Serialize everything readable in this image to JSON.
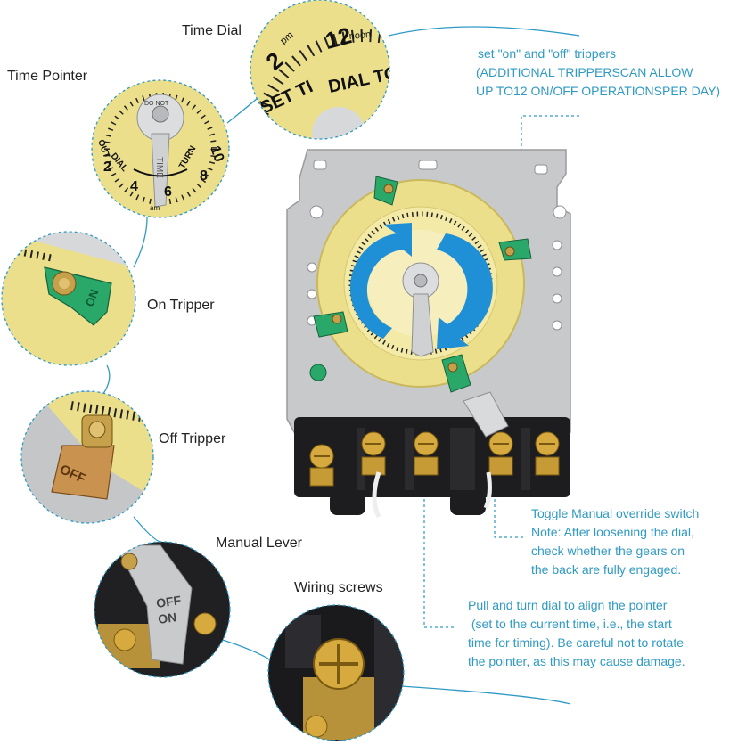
{
  "labels": {
    "time_dial": "Time Dial",
    "time_pointer": "Time Pointer",
    "on_tripper": "On Tripper",
    "off_tripper": "Off Tripper",
    "manual_lever": "Manual Lever",
    "wiring_screws": "Wiring screws"
  },
  "notes": {
    "trippers": [
      "set \"on\" and \"off\" trippers",
      "(ADDITIONAL TRIPPERSCAN ALLOW",
      "UP TO12 ON/OFF OPERATIONSPER DAY)"
    ],
    "toggle": [
      "Toggle Manual override switch",
      "Note: After loosening the dial,",
      "check whether the gears on",
      "the back are fully engaged."
    ],
    "pull": [
      "Pull and turn dial to align the pointer",
      " (set to the current time, i.e., the start",
      "time for timing). Be careful not to rotate",
      "the pointer, as this may cause damage."
    ]
  },
  "dial_text": {
    "time_dial_numbers": [
      "12",
      "2"
    ],
    "time_dial_words": [
      "noon",
      "pm",
      "DIAL TO",
      "SET TI"
    ],
    "pointer_numbers": [
      "10",
      "8",
      "6",
      "4",
      "2"
    ],
    "pointer_words": [
      "DO NOT",
      "TURN",
      "TIME",
      "DIAL",
      "OUT",
      "am"
    ],
    "on_tripper_text": "ON",
    "off_tripper_text": "OFF",
    "lever_text": [
      "OFF",
      "ON"
    ]
  },
  "colors": {
    "accent": "#2f9ac4",
    "dial_yellow": "#ecdf8c",
    "arrow_blue": "#1f8fd6",
    "plate_gray": "#c8c9cb",
    "tripper_green": "#2aa86a"
  }
}
